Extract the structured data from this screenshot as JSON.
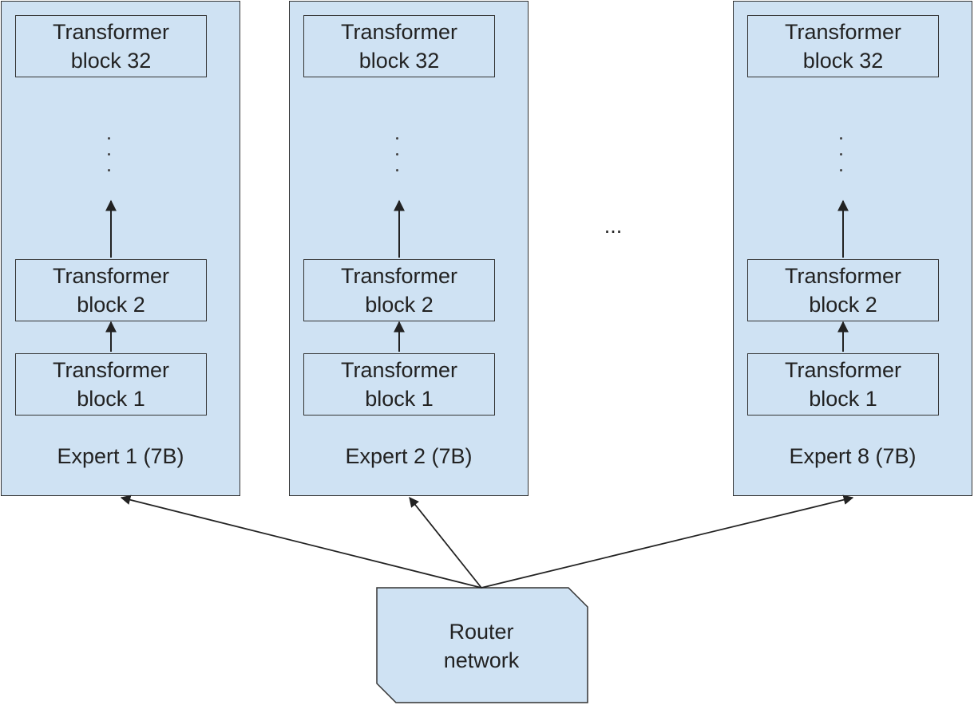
{
  "experts": [
    {
      "label": "Expert 1 (7B)",
      "top_block": [
        "Transformer",
        "block 32"
      ],
      "block2": [
        "Transformer",
        "block 2"
      ],
      "block1": [
        "Transformer",
        "block 1"
      ]
    },
    {
      "label": "Expert 2 (7B)",
      "top_block": [
        "Transformer",
        "block 32"
      ],
      "block2": [
        "Transformer",
        "block 2"
      ],
      "block1": [
        "Transformer",
        "block 1"
      ]
    },
    {
      "label": "Expert 8 (7B)",
      "top_block": [
        "Transformer",
        "block 32"
      ],
      "block2": [
        "Transformer",
        "block 2"
      ],
      "block1": [
        "Transformer",
        "block 1"
      ]
    }
  ],
  "between_experts": "...",
  "router": [
    "Router",
    "network"
  ],
  "colors": {
    "panel_fill": "#cfe2f3",
    "stroke": "#333333"
  }
}
